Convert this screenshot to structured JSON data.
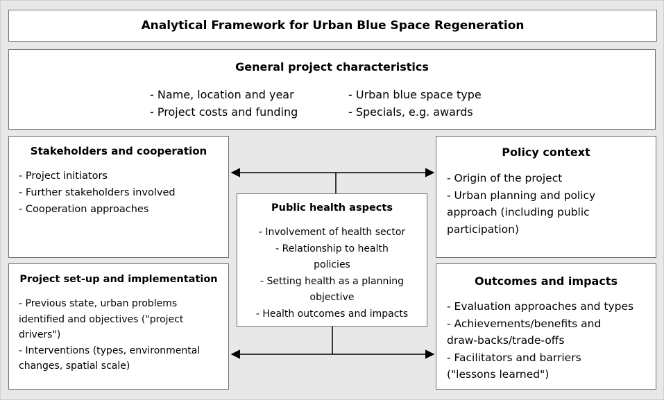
{
  "title": "Analytical Framework for Urban Blue Space Regeneration",
  "general": {
    "heading": "General project characteristics",
    "col1": [
      "- Name, location and year",
      "- Project costs and funding"
    ],
    "col2": [
      "- Urban blue space type",
      "- Specials, e.g. awards"
    ]
  },
  "stakeholders": {
    "heading": "Stakeholders and cooperation",
    "items": [
      "- Project initiators",
      "- Further stakeholders involved",
      "- Cooperation approaches"
    ]
  },
  "setup": {
    "heading": "Project set-up and implementation",
    "lines": [
      "- Previous state, urban problems",
      "identified and objectives (\"project",
      "drivers\")",
      "- Interventions (types, environmental",
      "changes, spatial scale)"
    ]
  },
  "health": {
    "heading": "Public health aspects",
    "lines": [
      "- Involvement of health sector",
      "- Relationship to health",
      "policies",
      "- Setting health as a planning",
      "objective",
      "- Health outcomes and impacts"
    ]
  },
  "policy": {
    "heading": "Policy context",
    "lines": [
      "- Origin of the project",
      "- Urban planning and policy",
      "approach (including public",
      "participation)"
    ]
  },
  "outcomes": {
    "heading": "Outcomes and impacts",
    "lines": [
      "- Evaluation approaches and types",
      "- Achievements/benefits and",
      "draw-backs/trade-offs",
      "- Facilitators and barriers",
      "(\"lessons learned\")"
    ]
  }
}
